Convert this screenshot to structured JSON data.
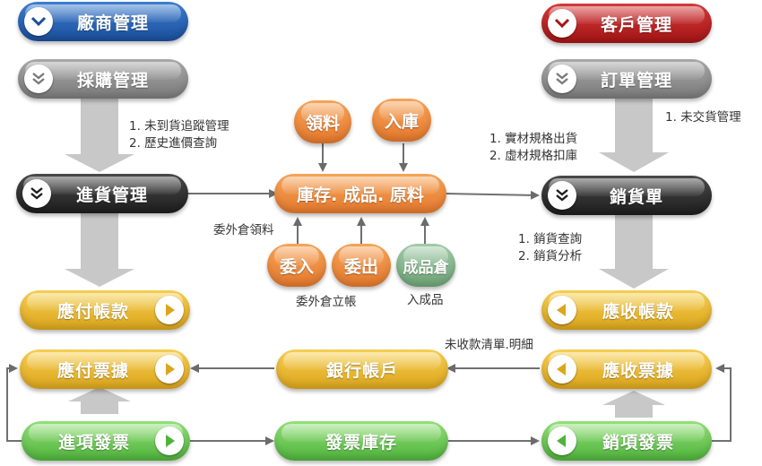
{
  "nodes": {
    "vendor_mgmt": "廠商管理",
    "purchase_mgmt": "採購管理",
    "receiving_mgmt": "進貨管理",
    "payable": "應付帳款",
    "payable_notes": "應付票據",
    "input_invoice": "進項發票",
    "customer_mgmt": "客戶管理",
    "order_mgmt": "訂單管理",
    "sales_order": "銷貨單",
    "receivable": "應收帳款",
    "receivable_notes": "應收票據",
    "output_invoice": "銷項發票",
    "inventory": "庫存. 成品. 原料",
    "material_issue": "領料",
    "stock_in": "入庫",
    "outsource_in": "委入",
    "outsource_out": "委出",
    "finished_goods": "成品倉",
    "bank_account": "銀行帳戶",
    "invoice_stock": "發票庫存"
  },
  "notes": {
    "purchase": [
      "1. 未到貨追蹤管理",
      "2. 歷史進價查詢"
    ],
    "order": [
      "1. 未交貨管理"
    ],
    "inventory_out": [
      "1. 實材規格出貨",
      "2. 虛材規格扣庫"
    ],
    "sales": [
      "1. 銷貨查詢",
      "2. 銷貨分析"
    ],
    "outsource_material": "委外倉領料",
    "outsource_ledger": "委外倉立帳",
    "finished_in": "入成品",
    "uncollected": "未收款清單.明細"
  },
  "colors": {
    "blue": "#2a63b8",
    "red": "#bd2424",
    "gray": "#8f8f8f",
    "dark": "#2d2d2d",
    "yellow": "#e9b92e",
    "green": "#6cc656",
    "orange": "#ee8c40",
    "arrow": "#c8c8c8",
    "connector": "#707070"
  },
  "icons": {
    "chevron_down": "chevron-down-icon",
    "double_chevron_down": "double-chevron-down-icon",
    "play_right": "play-right-icon",
    "play_left": "play-left-icon"
  }
}
